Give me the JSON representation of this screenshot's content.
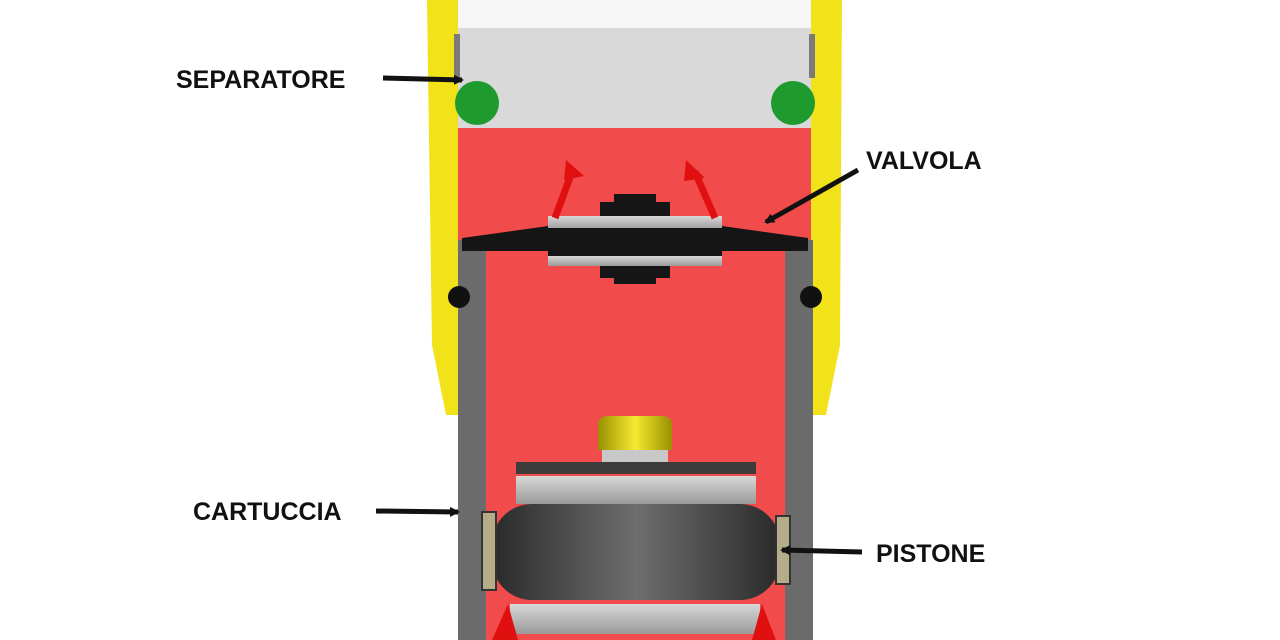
{
  "labels": {
    "separatore": "SEPARATORE",
    "valvola": "VALVOLA",
    "cartuccia": "CARTUCCIA",
    "pistone": "PISTONE"
  },
  "colors": {
    "oil": "#f24b4b",
    "outer_tube": "#f2e21a",
    "cartridge": "#6b6b6b",
    "separator": "#d9d9d9",
    "o_ring": "#1f9a2e",
    "piston": "#4a4a4a",
    "flow_arrow": "#e01010"
  }
}
